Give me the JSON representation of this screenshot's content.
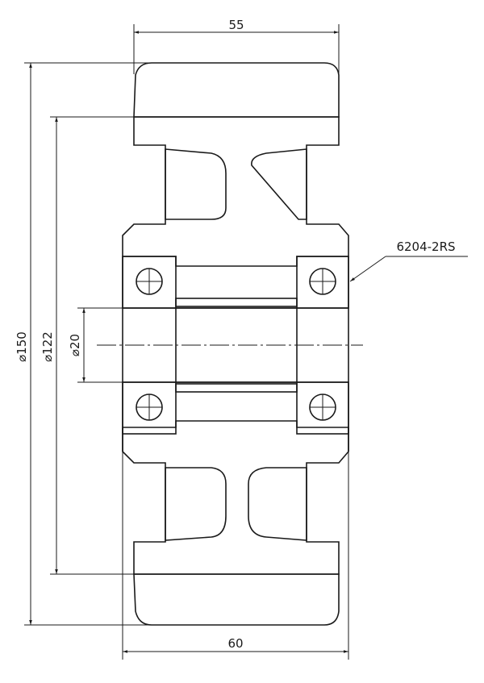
{
  "dimensions": {
    "top_width": "55",
    "bottom_width": "60",
    "outer_diameter": "⌀150",
    "hub_diameter": "⌀122",
    "bore_diameter": "⌀20"
  },
  "callouts": {
    "bearing": "6204-2RS"
  }
}
